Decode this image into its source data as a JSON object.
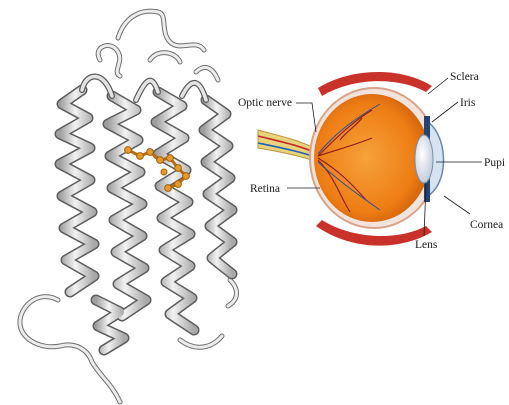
{
  "labels": {
    "optic_nerve": "Optic nerve",
    "retina": "Retina",
    "sclera": "Sclera",
    "iris": "Iris",
    "pupil": "Pupi",
    "cornea": "Cornea",
    "lens": "Lens"
  }
}
